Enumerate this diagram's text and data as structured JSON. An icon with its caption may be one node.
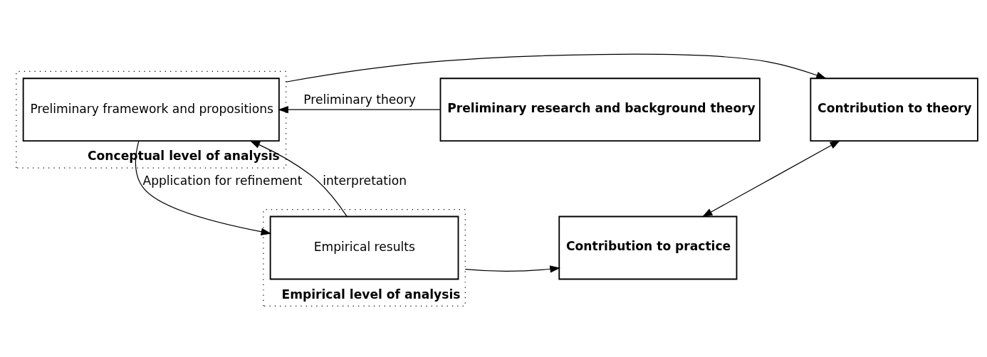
{
  "diagram": {
    "nodes": [
      {
        "text": [
          "Conceptual level of analysis"
        ]
      },
      {
        "text": [
          "Preliminary framework and propositions"
        ],
        "in": 0
      },
      {
        "text": [
          "Empirical level of analysis"
        ]
      },
      {
        "text": [
          "Empirical results"
        ],
        "in": 2
      },
      {
        "text": [
          "Preliminary research and background theory"
        ]
      },
      {
        "text": [
          "Contribution to theory"
        ]
      },
      {
        "text": [
          "Contribution to practice"
        ]
      }
    ],
    "edges": [
      {
        "from": 4,
        "to": 1,
        "arrow": "to",
        "label": "Preliminary theory"
      },
      {
        "from": 1,
        "to": 3,
        "arrow": "to",
        "label": "Application for refinement"
      },
      {
        "from": 3,
        "to": 1,
        "arrow": "to",
        "label": "interpretation"
      },
      {
        "from": 0,
        "to": 5,
        "arrow": "to"
      },
      {
        "from": 2,
        "to": 6,
        "arrow": "to"
      },
      {
        "from": 5,
        "to": 6,
        "arrow": "both"
      }
    ]
  }
}
